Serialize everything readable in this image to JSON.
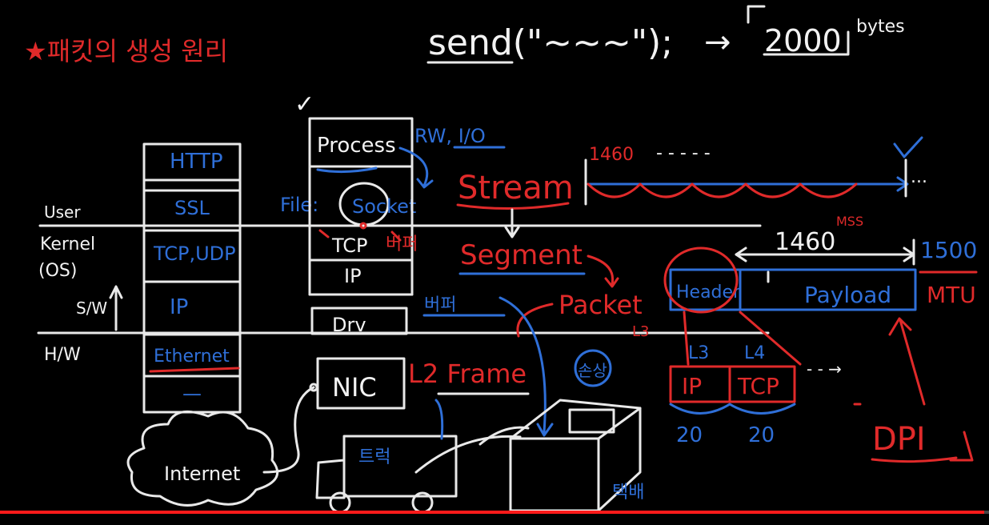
{
  "title": "★패킷의 생성 원리",
  "send_call": {
    "code": "send(\"~~~\");",
    "arrow": "→",
    "amount": "2000",
    "unit": "bytes"
  },
  "layers": {
    "boundary_labels": {
      "user": "User",
      "kernel": "Kernel",
      "os": "(OS)",
      "sw": "S/W",
      "hw": "H/W"
    },
    "stack": [
      "HTTP",
      "SSL",
      "TCP,UDP",
      "IP",
      "Ethernet",
      "—"
    ]
  },
  "process_stack": {
    "check": "✓",
    "process": "Process",
    "rw_io": "RW, I/O",
    "file": "File:",
    "socket": "Socket",
    "tcp": "TCP",
    "ip": "IP",
    "drv": "Drv",
    "nic": "NIC",
    "buffer_note": "버퍼",
    "buffer_note2": "버퍼"
  },
  "flow": {
    "stream": "Stream",
    "segment": "Segment",
    "packet": "Packet",
    "l3_tag": "L3",
    "frame": "L2 Frame",
    "truck_label": "트럭",
    "box_label": "택배",
    "circle_label": "손상"
  },
  "stream_bar": {
    "first": "1460",
    "dots": "- - - - -",
    "more": "..."
  },
  "packet_bar": {
    "mss": "1460",
    "mss_tag": "MSS",
    "mtu_value": "1500",
    "mtu_tag": "MTU",
    "header": "Header",
    "payload": "Payload"
  },
  "headers": {
    "l3": "L3",
    "l4": "L4",
    "ip": "IP",
    "tcp": "TCP",
    "ip_size": "20",
    "tcp_size": "20",
    "continue": "- - →"
  },
  "dpi": "DPI",
  "internet": "Internet",
  "video": {
    "progress": 0.995
  }
}
